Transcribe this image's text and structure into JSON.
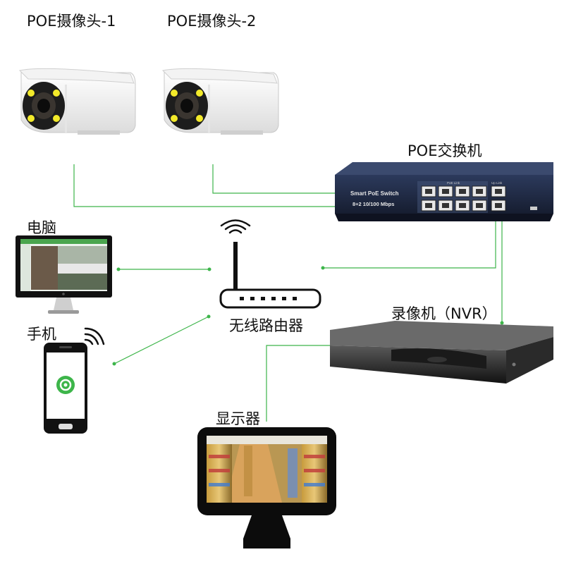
{
  "devices": {
    "camera1": {
      "label": "POE摄像头-1"
    },
    "camera2": {
      "label": "POE摄像头-2"
    },
    "switch": {
      "label": "POE交换机",
      "panel_text": "Smart PoE Switch",
      "panel_spec": "8+2  10/100 Mbps",
      "port_group_label": "PoE Link",
      "uplink_label": "Up Link"
    },
    "computer": {
      "label": "电脑"
    },
    "router": {
      "label": "无线路由器"
    },
    "phone": {
      "label": "手机"
    },
    "nvr": {
      "label": "录像机（NVR）"
    },
    "monitor": {
      "label": "显示器"
    }
  },
  "colors": {
    "connection_line": "#3db54a",
    "switch_body": "#1f2a44",
    "led_yellow": "#f3ea2a"
  }
}
